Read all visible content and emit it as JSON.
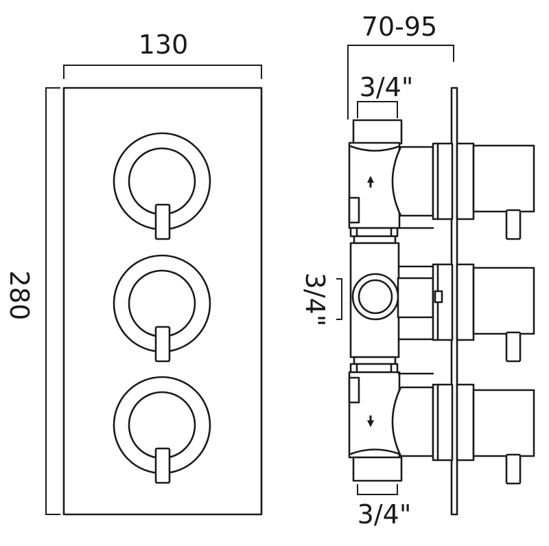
{
  "front_view": {
    "width_label": "130",
    "height_label": "280"
  },
  "side_view": {
    "depth_label": "70-95",
    "top_port_label": "3/4\"",
    "middle_port_label": "3/4\"",
    "bottom_port_label": "3/4\""
  },
  "colors": {
    "line": "#1a1a1a",
    "background": "#ffffff"
  }
}
